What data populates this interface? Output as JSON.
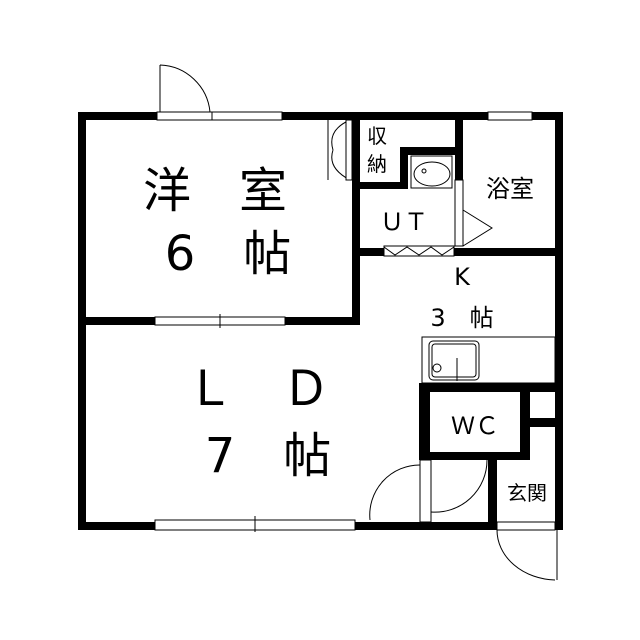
{
  "floor_plan": {
    "rooms": {
      "western_room": {
        "name": "洋　室",
        "size": "6　帖"
      },
      "living_dining": {
        "name": "Ｌ　Ｄ",
        "size": "7　帖"
      },
      "kitchen": {
        "name": "K",
        "size": "3　帖"
      },
      "storage": {
        "line1": "収",
        "line2": "納"
      },
      "bathroom": {
        "name": "浴室"
      },
      "utility": {
        "name": "ＵＴ"
      },
      "toilet": {
        "name": "ＷＣ"
      },
      "entrance": {
        "name": "玄関"
      }
    },
    "colors": {
      "wall": "#000000",
      "background": "#ffffff"
    }
  }
}
